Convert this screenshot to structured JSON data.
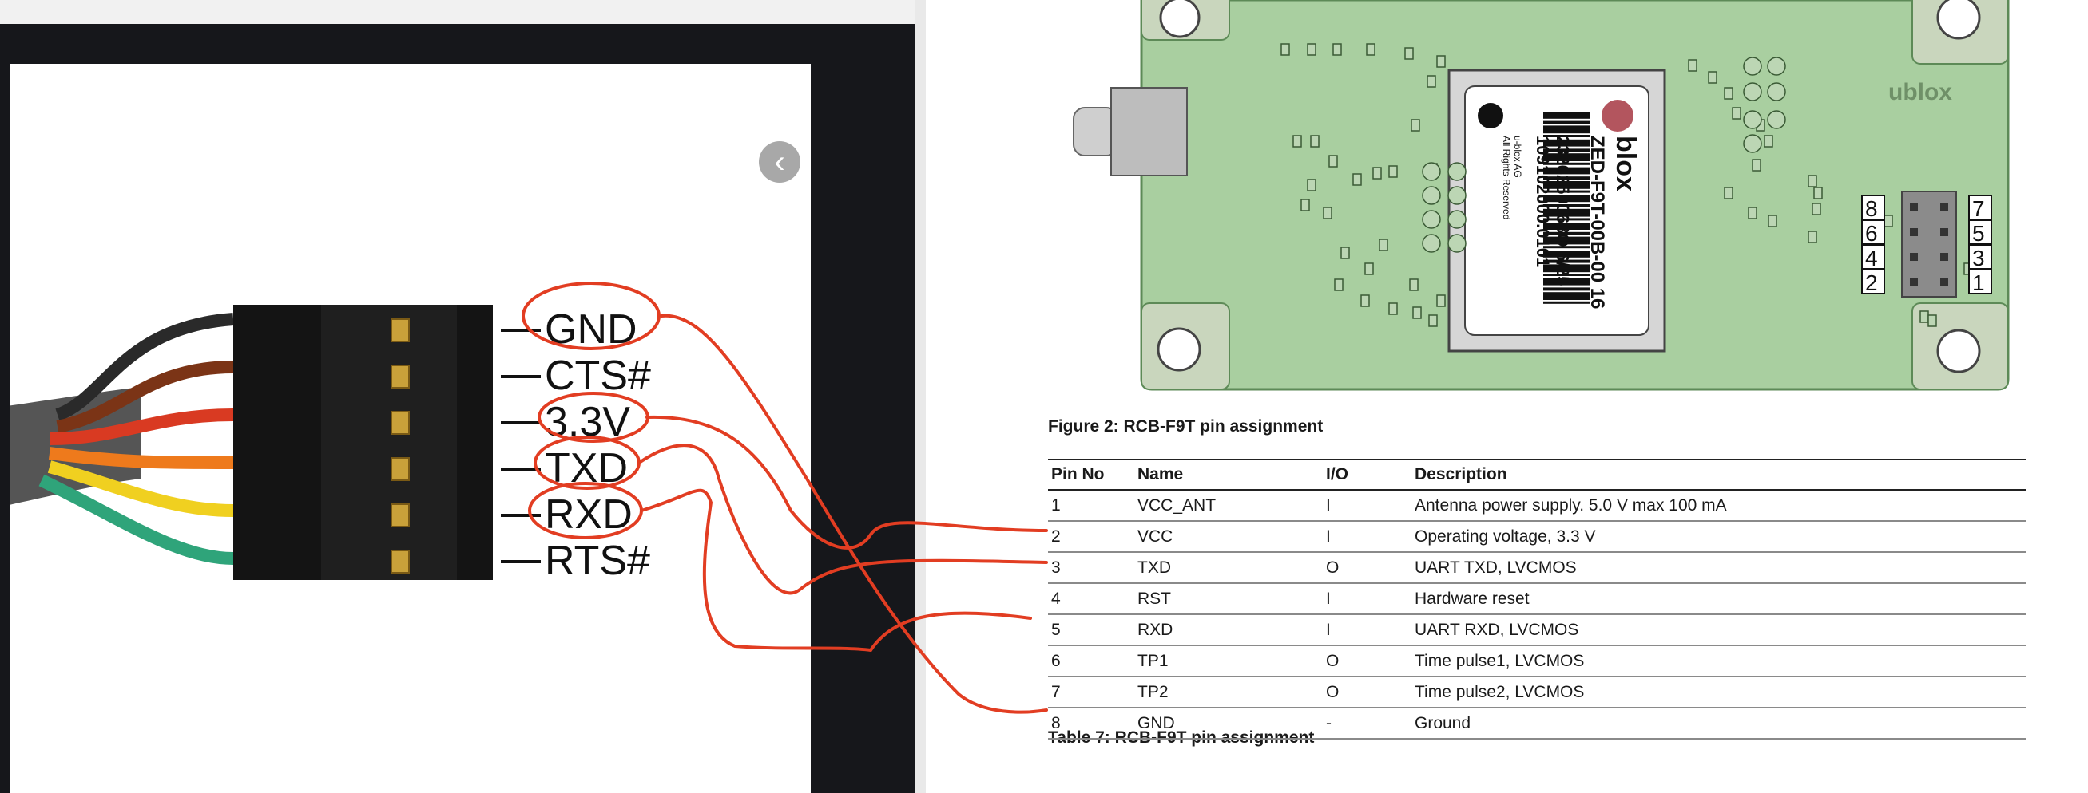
{
  "viewer": {
    "prev_icon": "chevron-left-icon",
    "next_icon": "chevron-right-icon",
    "prev_glyph": "‹",
    "next_glyph": "›"
  },
  "connector": {
    "labels": [
      "GND",
      "CTS#",
      "3.3V",
      "TXD",
      "RXD",
      "RTS#"
    ],
    "wire_colors": [
      "#2a2a2a",
      "#7b3416",
      "#d93a22",
      "#ee7a1c",
      "#f0d020",
      "#2fa47a"
    ]
  },
  "board": {
    "brand": "ublox",
    "module_brand": "blox",
    "module_part": "ZED-F9T-00B-00 16",
    "module_serial": "2326250068O 6/25",
    "module_id": "109102000.0101",
    "module_copyright_1": "u-blox AG",
    "module_copyright_2": "All Rights Reserved",
    "header_pins_left": [
      "8",
      "6",
      "4",
      "2"
    ],
    "header_pins_right": [
      "7",
      "5",
      "3",
      "1"
    ],
    "board_color": "#a9cfa0"
  },
  "figure_caption": "Figure 2: RCB-F9T pin assignment",
  "table": {
    "headers": [
      "Pin No",
      "Name",
      "I/O",
      "Description"
    ],
    "rows": [
      [
        "1",
        "VCC_ANT",
        "I",
        "Antenna power supply. 5.0 V max 100 mA"
      ],
      [
        "2",
        "VCC",
        "I",
        "Operating voltage, 3.3 V"
      ],
      [
        "3",
        "TXD",
        "O",
        "UART TXD, LVCMOS"
      ],
      [
        "4",
        "RST",
        "I",
        "Hardware reset"
      ],
      [
        "5",
        "RXD",
        "I",
        "UART RXD, LVCMOS"
      ],
      [
        "6",
        "TP1",
        "O",
        "Time pulse1, LVCMOS"
      ],
      [
        "7",
        "TP2",
        "O",
        "Time pulse2, LVCMOS"
      ],
      [
        "8",
        "GND",
        "-",
        "Ground"
      ]
    ]
  },
  "table_caption": "Table 7: RCB-F9T pin assignment",
  "annotation_color": "#e23d22"
}
